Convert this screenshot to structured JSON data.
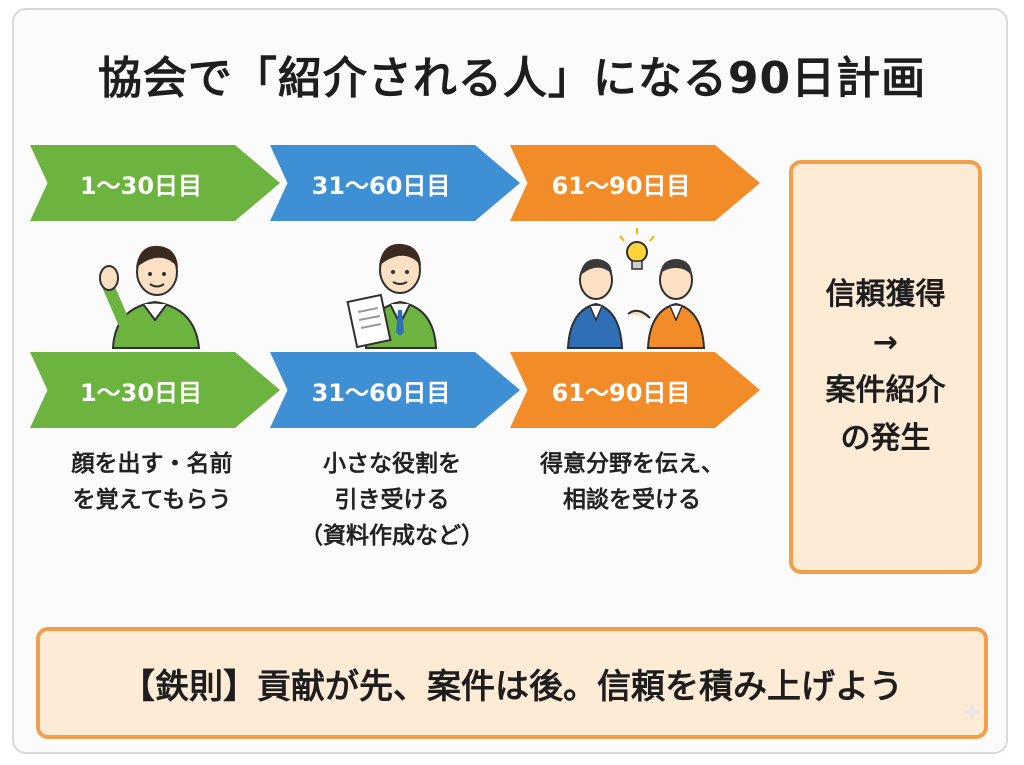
{
  "title": "協会で「紹介される人」になる90日計画",
  "phases": [
    {
      "label": "1〜30日目",
      "color": "#6db33f",
      "action_lines": [
        "顔を出す・名前",
        "を覚えてもらう"
      ]
    },
    {
      "label": "31〜60日目",
      "color": "#3f8fd4",
      "action_lines": [
        "小さな役割を",
        "引き受ける",
        "（資料作成など）"
      ]
    },
    {
      "label": "61〜90日目",
      "color": "#f28c28",
      "action_lines": [
        "得意分野を伝え、",
        "相談を受ける"
      ]
    }
  ],
  "result": {
    "lines": [
      "信頼獲得",
      "→",
      "案件紹介",
      "の発生"
    ]
  },
  "rule": "【鉄則】貢献が先、案件は後。信頼を積み上げよう",
  "icons": [
    "waving-person-icon",
    "person-holding-document-icon",
    "two-people-consulting-icon",
    "lightbulb-icon",
    "sparkle-icon"
  ],
  "colors": {
    "green": "#6db33f",
    "blue": "#3f8fd4",
    "orange": "#f28c28",
    "box_border": "#f0a04b",
    "box_fill": "#fdebd6"
  }
}
